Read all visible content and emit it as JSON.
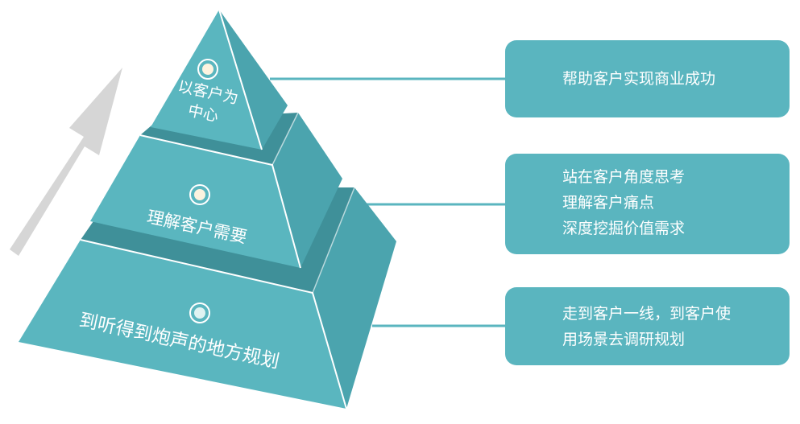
{
  "pyramid": {
    "top_label_line1": "以客户为",
    "top_label_line2": "中心",
    "middle_label": "理解客户需要",
    "bottom_label": "到听得到炮声的地方规划"
  },
  "callouts": [
    {
      "lines": [
        "帮助客户实现商业成功"
      ]
    },
    {
      "lines": [
        "站在客户角度思考",
        "理解客户痛点",
        "深度挖掘价值需求"
      ]
    },
    {
      "lines": [
        "走到客户一线，到客户使",
        "用场景去调研规划"
      ]
    }
  ],
  "colors": {
    "face_front": "#5ab6bf",
    "face_side": "#4ba4ae",
    "face_dark": "#3f9099",
    "callout_bg": "#5ab5bf",
    "arrow": "#d6d6d6",
    "connector": "#5ab5bf"
  }
}
